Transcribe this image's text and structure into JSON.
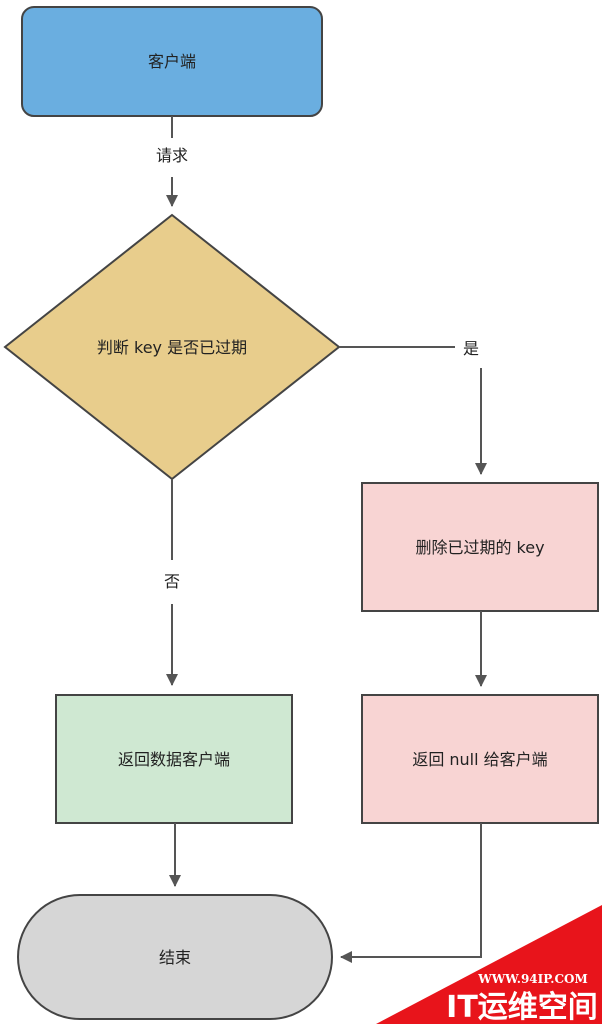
{
  "nodes": {
    "client": "客户端",
    "decision": "判断 key 是否已过期",
    "delete_key": "删除已过期的 key",
    "return_data": "返回数据客户端",
    "return_null": "返回 null 给客户端",
    "end": "结束"
  },
  "edges": {
    "request": "请求",
    "yes": "是",
    "no": "否"
  },
  "colors": {
    "client_fill": "#6aaee0",
    "client_stroke": "#444444",
    "decision_fill": "#e8cd8c",
    "decision_stroke": "#444444",
    "pink_fill": "#f8d4d3",
    "pink_stroke": "#444444",
    "green_fill": "#cfe8d2",
    "green_stroke": "#444444",
    "end_fill": "#d6d6d6",
    "end_stroke": "#444444",
    "edge": "#555555",
    "watermark": "#e8141b"
  },
  "watermark": {
    "url": "WWW.94IP.COM",
    "title": "IT运维空间"
  }
}
